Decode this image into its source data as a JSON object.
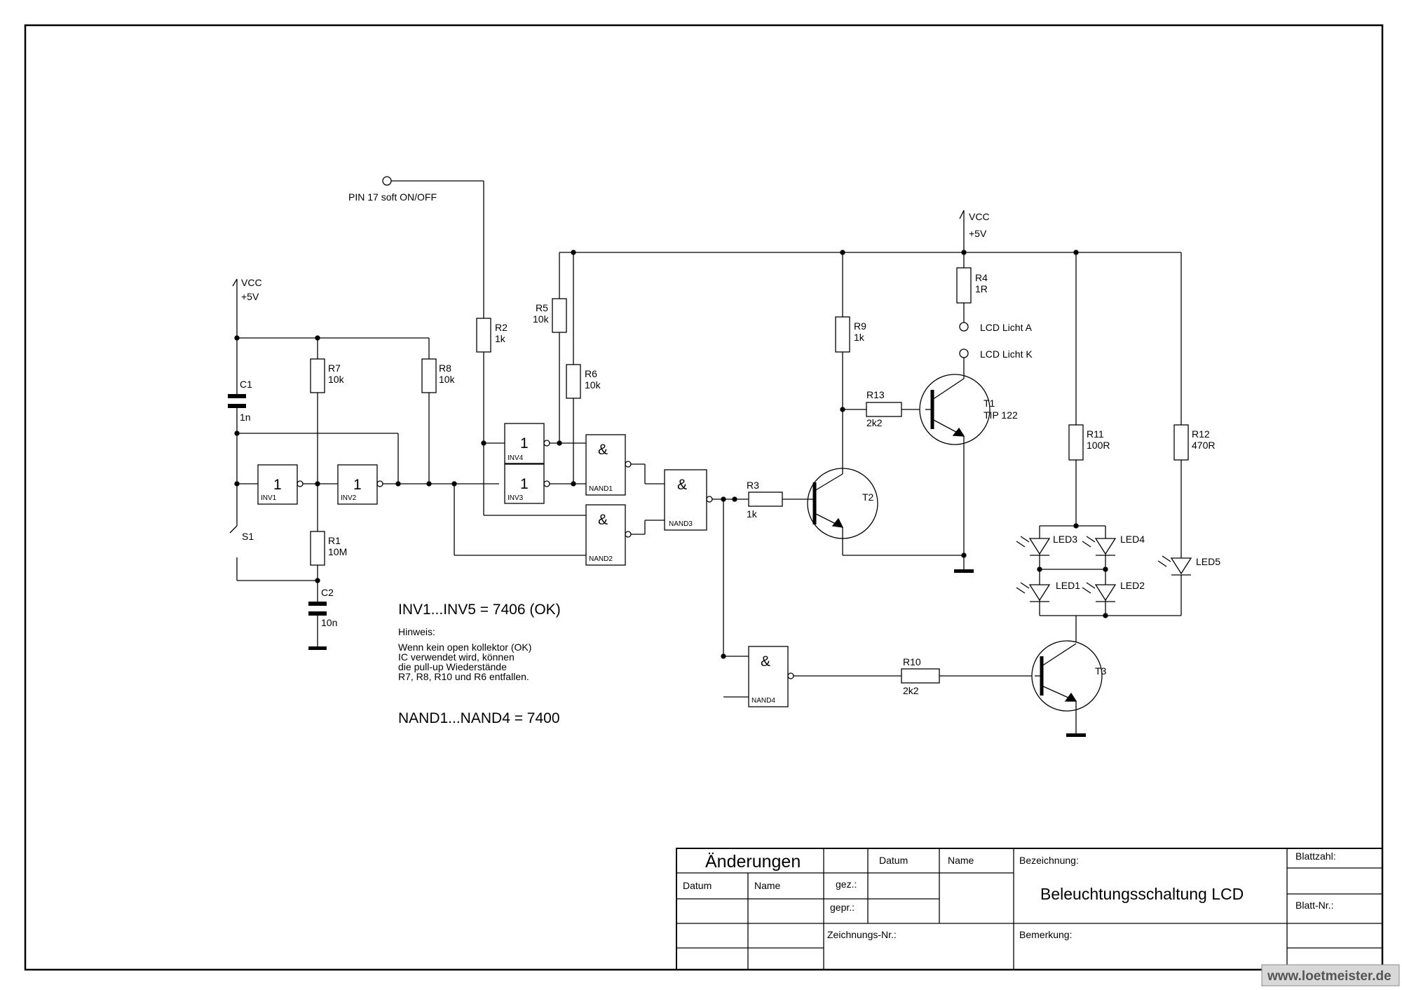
{
  "vcc": {
    "label": "VCC",
    "voltage": "+5V"
  },
  "inputs": {
    "pin17": "PIN 17 soft ON/OFF",
    "lcd_a": "LCD Licht A",
    "lcd_k": "LCD Licht K"
  },
  "components": {
    "C1": {
      "name": "C1",
      "value": "1n"
    },
    "C2": {
      "name": "C2",
      "value": "10n"
    },
    "S1": {
      "name": "S1"
    },
    "R1": {
      "name": "R1",
      "value": "10M"
    },
    "R2": {
      "name": "R2",
      "value": "1k"
    },
    "R3": {
      "name": "R3",
      "value": "1k"
    },
    "R4": {
      "name": "R4",
      "value": "1R"
    },
    "R5": {
      "name": "R5",
      "value": "10k"
    },
    "R6": {
      "name": "R6",
      "value": "10k"
    },
    "R7": {
      "name": "R7",
      "value": "10k"
    },
    "R8": {
      "name": "R8",
      "value": "10k"
    },
    "R9": {
      "name": "R9",
      "value": "1k"
    },
    "R10": {
      "name": "R10",
      "value": "2k2"
    },
    "R11": {
      "name": "R11",
      "value": "100R"
    },
    "R12": {
      "name": "R12",
      "value": "470R"
    },
    "R13": {
      "name": "R13",
      "value": "2k2"
    },
    "T1": {
      "name": "T1",
      "value": "TIP 122"
    },
    "T2": {
      "name": "T2"
    },
    "T3": {
      "name": "T3"
    },
    "LED1": "LED1",
    "LED2": "LED2",
    "LED3": "LED3",
    "LED4": "LED4",
    "LED5": "LED5"
  },
  "gates": {
    "inv_symbol": "1",
    "nand_symbol": "&",
    "INV1": "INV1",
    "INV2": "INV2",
    "INV3": "INV3",
    "INV4": "INV4",
    "NAND1": "NAND1",
    "NAND2": "NAND2",
    "NAND3": "NAND3",
    "NAND4": "NAND4"
  },
  "notes": {
    "inv_type": "INV1...INV5 = 7406 (OK)",
    "hint_title": "Hinweis:",
    "hint_lines": [
      "Wenn kein open kollektor (OK)",
      "IC verwendet wird, können",
      "die pull-up Wiederstände",
      "R7, R8, R10 und R6 entfallen."
    ],
    "nand_type": "NAND1...NAND4 = 7400"
  },
  "title_block": {
    "aenderungen": "Änderungen",
    "datum": "Datum",
    "name": "Name",
    "gez": "gez.:",
    "gepr": "gepr.:",
    "zeichnungs_nr": "Zeichnungs-Nr.:",
    "bezeichnung_label": "Bezeichnung:",
    "bezeichnung": "Beleuchtungsschaltung LCD",
    "bemerkung": "Bemerkung:",
    "blattzahl": "Blattzahl:",
    "blatt_nr": "Blatt-Nr.:"
  },
  "watermark": "www.loetmeister.de"
}
